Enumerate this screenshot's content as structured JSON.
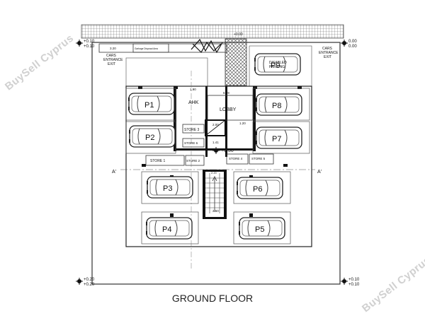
{
  "drawing_title": "GROUND FLOOR",
  "watermark": "BuySell Cyprus",
  "levels": {
    "top_left": [
      "+0.10",
      "+0.10"
    ],
    "top_right": [
      "0.00",
      "0.00"
    ],
    "bottom_left": [
      "+0.20",
      "+0.20"
    ],
    "bottom_right": [
      "+0.10",
      "+0.10"
    ],
    "top_ramp": "+0.00",
    "center": "+0.30"
  },
  "entrances": {
    "left": [
      "CARS",
      "ENTRANCE",
      "EXIT"
    ],
    "right": [
      "CARS",
      "ENTRANCE",
      "EXIT"
    ]
  },
  "rooms": {
    "lobby": "LOBBY",
    "ahk": "AHK",
    "disabled": [
      "DISABLED",
      "PARKING"
    ],
    "store1": "STORE 1",
    "store2": "STORE 2",
    "store3": "STORE 3",
    "store4": "STORE 4",
    "store5": "STORE 5",
    "store6": "STORE 6",
    "garbage": "Garbage Disposal Area"
  },
  "section_marks": {
    "left": "A'",
    "right": "A'"
  },
  "dimensions": {
    "d_top_left": "3.20",
    "d_lobby": "6.19",
    "d_ahk": "1.90",
    "d_lift": "2.00",
    "d_vert": "1.20",
    "d_lift_w": "1.41",
    "d_stair": "2.20",
    "d_stair_bottom": "2.50"
  },
  "parking": [
    {
      "id": "P1"
    },
    {
      "id": "P2"
    },
    {
      "id": "P3"
    },
    {
      "id": "P4"
    },
    {
      "id": "P5"
    },
    {
      "id": "P6"
    },
    {
      "id": "P7"
    },
    {
      "id": "P8"
    },
    {
      "id": "P9"
    }
  ]
}
